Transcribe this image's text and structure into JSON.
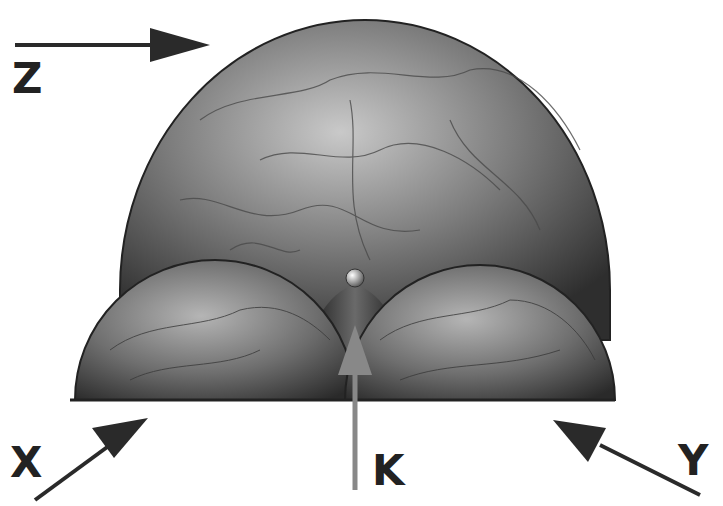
{
  "diagram": {
    "labels": [
      "Z",
      "X",
      "K",
      "Y"
    ]
  }
}
